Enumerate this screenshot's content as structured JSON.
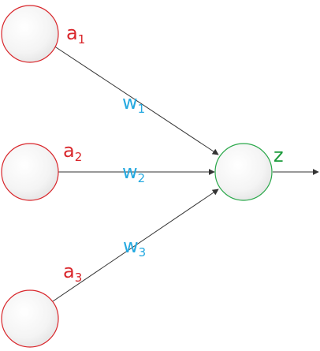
{
  "colors": {
    "input_stroke": "#d9262b",
    "output_stroke": "#2aa84a",
    "input_label": "#d9262b",
    "weight_label": "#25a9e0",
    "output_label": "#1a9a3a",
    "edge": "#333333"
  },
  "inputs": [
    {
      "base": "a",
      "sub": "1"
    },
    {
      "base": "a",
      "sub": "2"
    },
    {
      "base": "a",
      "sub": "3"
    }
  ],
  "weights": [
    {
      "base": "w",
      "sub": "1"
    },
    {
      "base": "w",
      "sub": "2"
    },
    {
      "base": "w",
      "sub": "3"
    }
  ],
  "output": {
    "label": "z"
  }
}
